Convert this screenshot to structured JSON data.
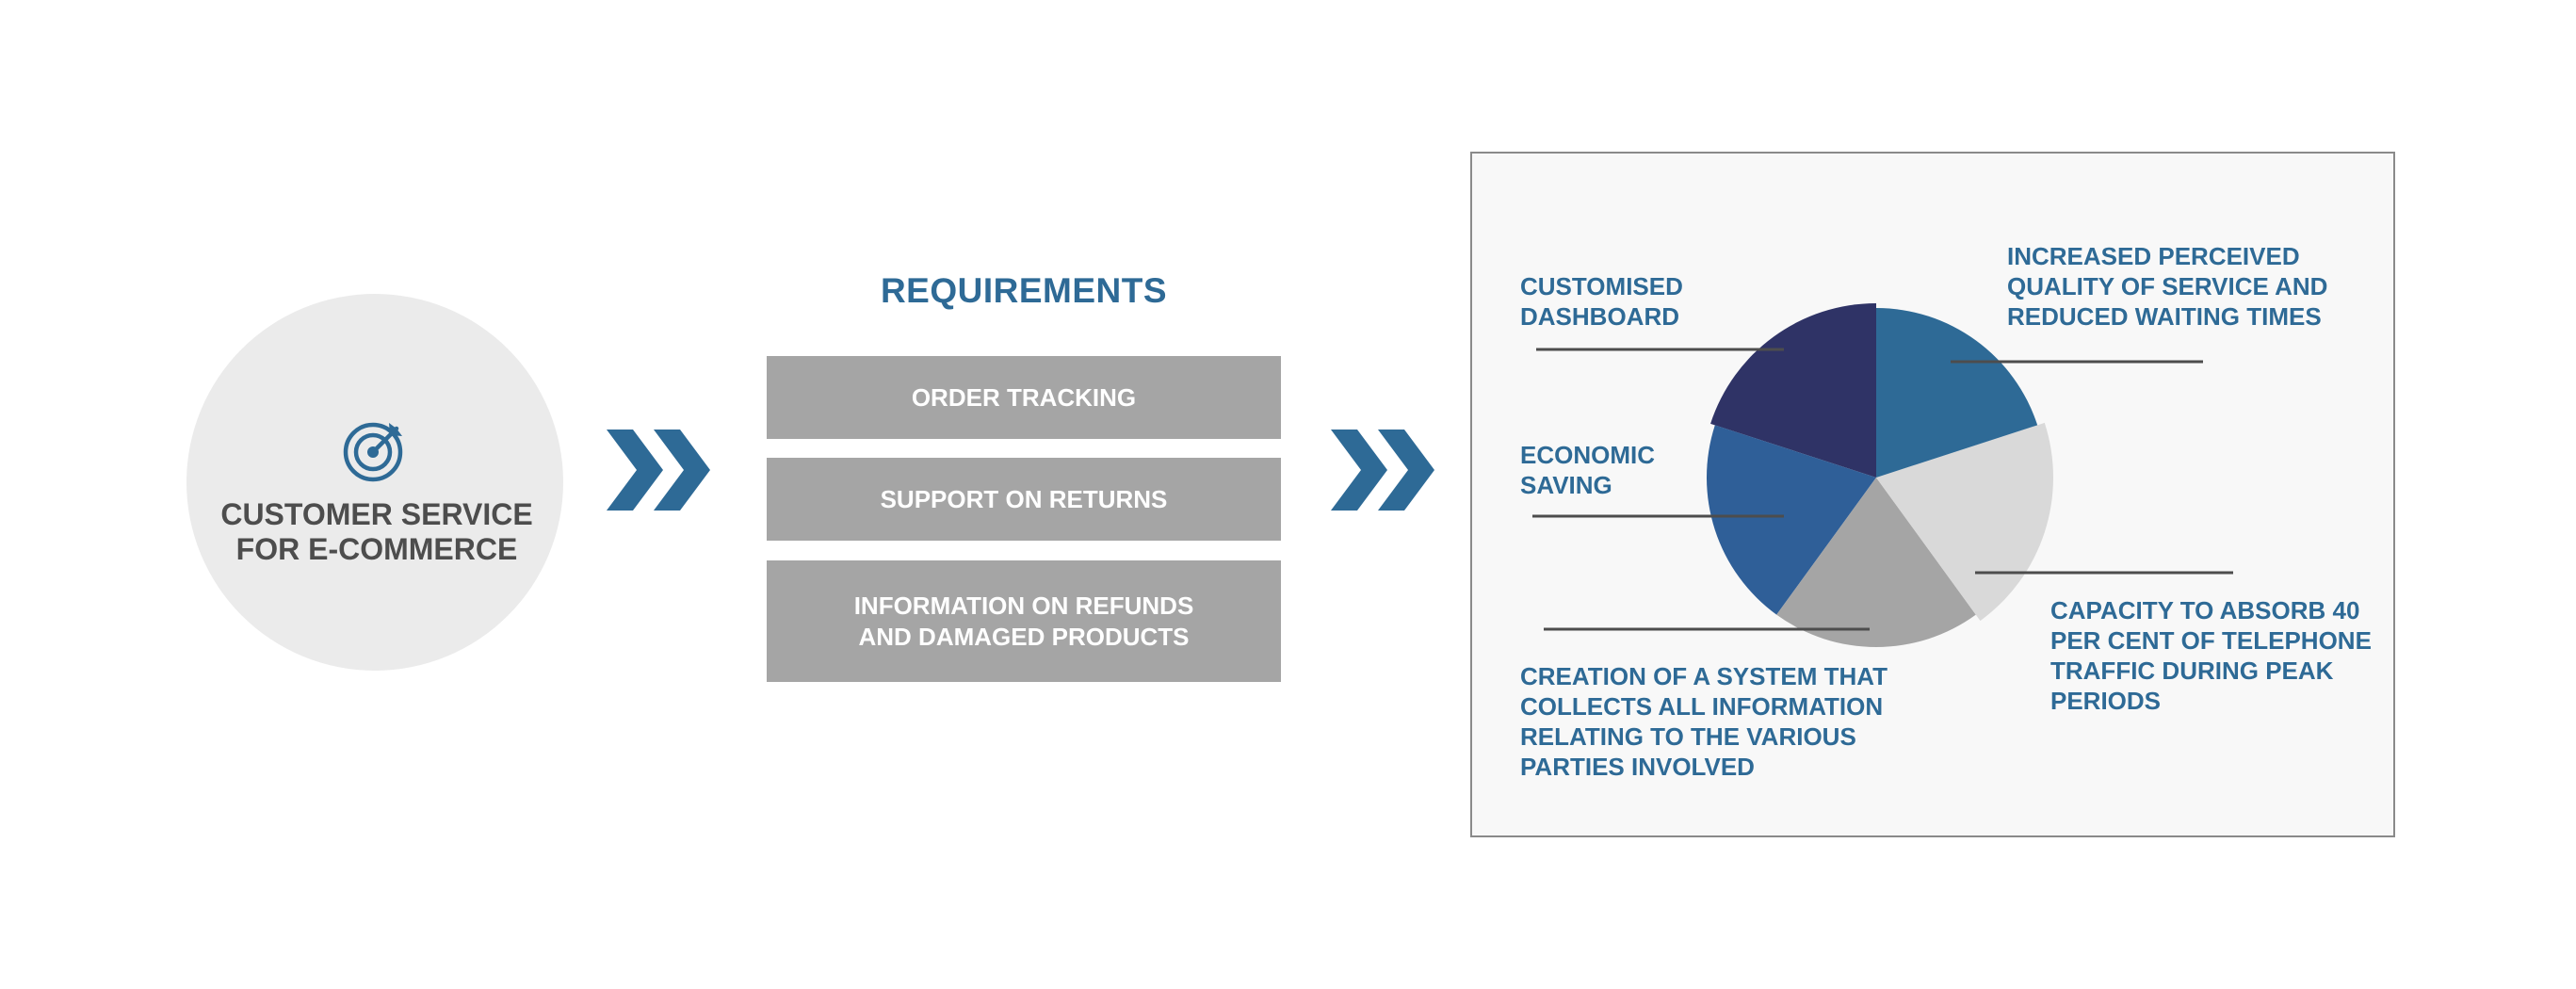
{
  "left_node": {
    "icon": "target-icon",
    "title": "CUSTOMER SERVICE\nFOR E-COMMERCE"
  },
  "requirements": {
    "heading": "REQUIREMENTS",
    "items": [
      "ORDER TRACKING",
      "SUPPORT ON RETURNS",
      "INFORMATION ON REFUNDS\nAND DAMAGED PRODUCTS"
    ]
  },
  "benefits": {
    "labels": [
      "CUSTOMISED\nDASHBOARD",
      "INCREASED PERCEIVED\nQUALITY OF SERVICE AND\nREDUCED WAITING TIMES",
      "ECONOMIC\nSAVING",
      "CAPACITY TO ABSORB 40\nPER CENT OF TELEPHONE\nTRAFFIC DURING PEAK\nPERIODS",
      "CREATION OF A SYSTEM THAT\nCOLLECTS ALL INFORMATION\nRELATING TO THE VARIOUS\nPARTIES INVOLVED"
    ],
    "pie_slices": [
      {
        "value": 20,
        "color": "#2e6a96"
      },
      {
        "value": 20,
        "color": "#d9d9d9"
      },
      {
        "value": 20,
        "color": "#a5a5a5"
      },
      {
        "value": 20,
        "color": "#2f5f98"
      },
      {
        "value": 20,
        "color": "#2f3366"
      }
    ]
  },
  "colors": {
    "accent": "#2e6a96",
    "box_gray": "#a5a5a5",
    "circle_bg": "#ebebeb",
    "panel_bg": "#f8f8f8"
  }
}
